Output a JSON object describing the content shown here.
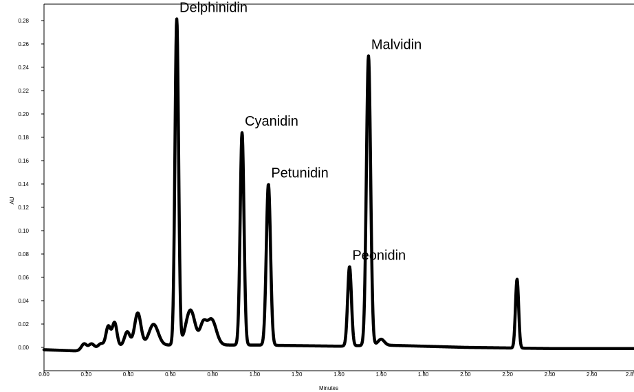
{
  "chart_data": {
    "type": "line",
    "xlabel": "Minutes",
    "ylabel": "AU",
    "xlim": [
      0.0,
      2.8
    ],
    "ylim": [
      -0.02,
      0.29
    ],
    "x_ticks": [
      "0.00",
      "0.20",
      "0.40",
      "0.60",
      "0.80",
      "1.00",
      "1.20",
      "1.40",
      "1.60",
      "1.80",
      "2.00",
      "2.20",
      "2.40",
      "2.60",
      "2.8"
    ],
    "x_tick_values": [
      0.0,
      0.2,
      0.4,
      0.6,
      0.8,
      1.0,
      1.2,
      1.4,
      1.6,
      1.8,
      2.0,
      2.2,
      2.4,
      2.6,
      2.8
    ],
    "y_ticks": [
      "0.00",
      "0.02",
      "0.04",
      "0.06",
      "0.08",
      "0.10",
      "0.12",
      "0.14",
      "0.16",
      "0.18",
      "0.20",
      "0.22",
      "0.24",
      "0.26",
      "0.28"
    ],
    "y_tick_values": [
      0.0,
      0.02,
      0.04,
      0.06,
      0.08,
      0.1,
      0.12,
      0.14,
      0.16,
      0.18,
      0.2,
      0.22,
      0.24,
      0.26,
      0.28
    ],
    "grid": false,
    "baseline": 0.0,
    "drift": [
      {
        "x": 0.0,
        "y": -0.002
      },
      {
        "x": 0.15,
        "y": -0.003
      },
      {
        "x": 0.3,
        "y": 0.001
      },
      {
        "x": 0.6,
        "y": 0.002
      },
      {
        "x": 1.0,
        "y": 0.002
      },
      {
        "x": 1.4,
        "y": 0.001
      },
      {
        "x": 1.6,
        "y": 0.002
      },
      {
        "x": 2.0,
        "y": 0.0
      },
      {
        "x": 2.4,
        "y": -0.001
      },
      {
        "x": 2.8,
        "y": -0.001
      }
    ],
    "peaks": [
      {
        "rt": 0.19,
        "height": 0.005,
        "width": 0.012
      },
      {
        "rt": 0.225,
        "height": 0.004,
        "width": 0.012
      },
      {
        "rt": 0.27,
        "height": 0.003,
        "width": 0.012
      },
      {
        "rt": 0.305,
        "height": 0.017,
        "width": 0.011
      },
      {
        "rt": 0.335,
        "height": 0.02,
        "width": 0.011
      },
      {
        "rt": 0.395,
        "height": 0.012,
        "width": 0.013
      },
      {
        "rt": 0.445,
        "height": 0.028,
        "width": 0.015
      },
      {
        "rt": 0.52,
        "height": 0.018,
        "width": 0.022
      },
      {
        "rt": 0.63,
        "height": 0.279,
        "width": 0.0085,
        "label": "Delphinidin"
      },
      {
        "rt": 0.695,
        "height": 0.03,
        "width": 0.022
      },
      {
        "rt": 0.755,
        "height": 0.016,
        "width": 0.015
      },
      {
        "rt": 0.795,
        "height": 0.022,
        "width": 0.022
      },
      {
        "rt": 0.94,
        "height": 0.182,
        "width": 0.009,
        "label": "Cyanidin"
      },
      {
        "rt": 1.065,
        "height": 0.138,
        "width": 0.01,
        "label": "Petunidin"
      },
      {
        "rt": 1.45,
        "height": 0.068,
        "width": 0.009,
        "label": "Peonidin"
      },
      {
        "rt": 1.54,
        "height": 0.248,
        "width": 0.01,
        "label": "Malvidin"
      },
      {
        "rt": 1.6,
        "height": 0.005,
        "width": 0.015
      },
      {
        "rt": 2.245,
        "height": 0.059,
        "width": 0.0075
      }
    ]
  }
}
